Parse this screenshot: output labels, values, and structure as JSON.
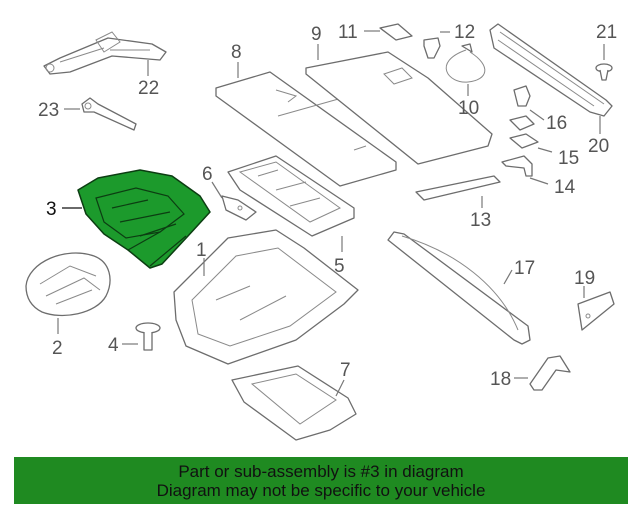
{
  "callouts": {
    "c1": "1",
    "c2": "2",
    "c3": "3",
    "c4": "4",
    "c5": "5",
    "c6": "6",
    "c7": "7",
    "c8": "8",
    "c9": "9",
    "c10": "10",
    "c11": "11",
    "c12": "12",
    "c13": "13",
    "c14": "14",
    "c15": "15",
    "c16": "16",
    "c17": "17",
    "c18": "18",
    "c19": "19",
    "c20": "20",
    "c21": "21",
    "c22": "22",
    "c23": "23"
  },
  "highlight": {
    "part": "3",
    "color": "#1c9a2c"
  },
  "banner": {
    "line1": "Part or sub-assembly is #3 in diagram",
    "line2": "Diagram may not be specific to your vehicle",
    "color": "#1f8a21"
  }
}
